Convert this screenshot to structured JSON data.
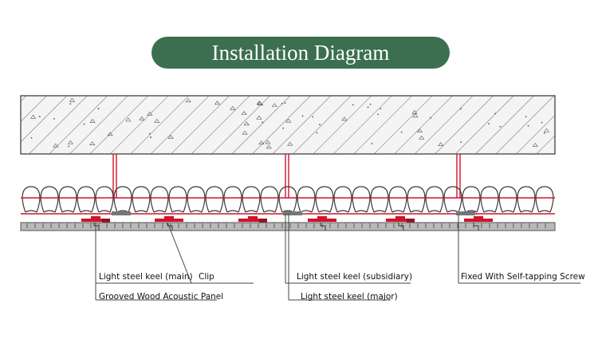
{
  "title": "Installation Diagram",
  "labels": {
    "light_steel_keel_main": "Light steel keel (main)",
    "clip": "Clip",
    "grooved_wood_panel": "Grooved Wood Acoustic Panel",
    "light_steel_keel_subsidiary": "Light steel keel (subsidiary)",
    "light_steel_keel_major": "Light steel keel (major)",
    "self_tapping_screw": "Fixed With Self-tapping Screw"
  },
  "colors": {
    "title_bg": "#3b6f50",
    "title_text": "#ffffff",
    "concrete_fill": "#f4f4f4",
    "panel_fill": "#b9b9b9",
    "steel_red": "#d0142a",
    "outline": "#3a3a3a"
  }
}
